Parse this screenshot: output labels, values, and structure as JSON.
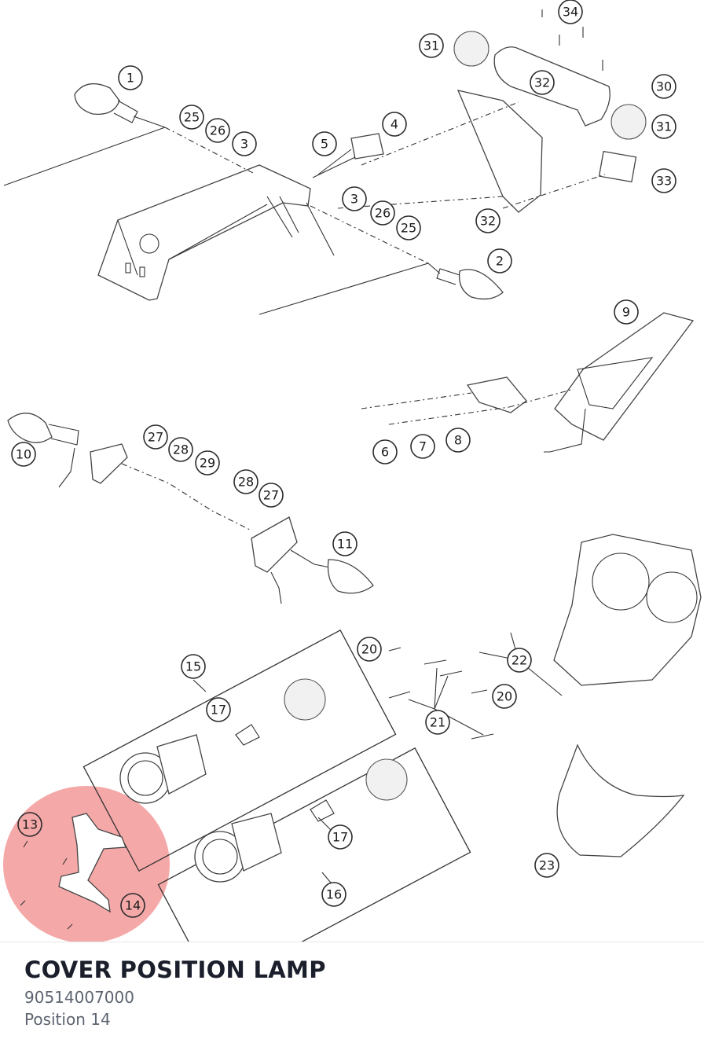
{
  "diagram": {
    "highlight_color": "#f28b8b",
    "callouts": [
      {
        "id": "c1",
        "label": "1"
      },
      {
        "id": "c2",
        "label": "2"
      },
      {
        "id": "c3a",
        "label": "3"
      },
      {
        "id": "c3b",
        "label": "3"
      },
      {
        "id": "c4",
        "label": "4"
      },
      {
        "id": "c5",
        "label": "5"
      },
      {
        "id": "c6",
        "label": "6"
      },
      {
        "id": "c7",
        "label": "7"
      },
      {
        "id": "c8",
        "label": "8"
      },
      {
        "id": "c9",
        "label": "9"
      },
      {
        "id": "c10",
        "label": "10"
      },
      {
        "id": "c11",
        "label": "11"
      },
      {
        "id": "c13",
        "label": "13"
      },
      {
        "id": "c14",
        "label": "14"
      },
      {
        "id": "c15",
        "label": "15"
      },
      {
        "id": "c16",
        "label": "16"
      },
      {
        "id": "c17a",
        "label": "17"
      },
      {
        "id": "c17b",
        "label": "17"
      },
      {
        "id": "c20a",
        "label": "20"
      },
      {
        "id": "c20b",
        "label": "20"
      },
      {
        "id": "c21",
        "label": "21"
      },
      {
        "id": "c22",
        "label": "22"
      },
      {
        "id": "c23",
        "label": "23"
      },
      {
        "id": "c25a",
        "label": "25"
      },
      {
        "id": "c25b",
        "label": "25"
      },
      {
        "id": "c26a",
        "label": "26"
      },
      {
        "id": "c26b",
        "label": "26"
      },
      {
        "id": "c27a",
        "label": "27"
      },
      {
        "id": "c27b",
        "label": "27"
      },
      {
        "id": "c28a",
        "label": "28"
      },
      {
        "id": "c28b",
        "label": "28"
      },
      {
        "id": "c29",
        "label": "29"
      },
      {
        "id": "c30",
        "label": "30"
      },
      {
        "id": "c31a",
        "label": "31"
      },
      {
        "id": "c31b",
        "label": "31"
      },
      {
        "id": "c32a",
        "label": "32"
      },
      {
        "id": "c32b",
        "label": "32"
      },
      {
        "id": "c33",
        "label": "33"
      },
      {
        "id": "c34",
        "label": "34"
      }
    ]
  },
  "part": {
    "title": "COVER POSITION LAMP",
    "number": "90514007000",
    "position": "Position 14"
  }
}
